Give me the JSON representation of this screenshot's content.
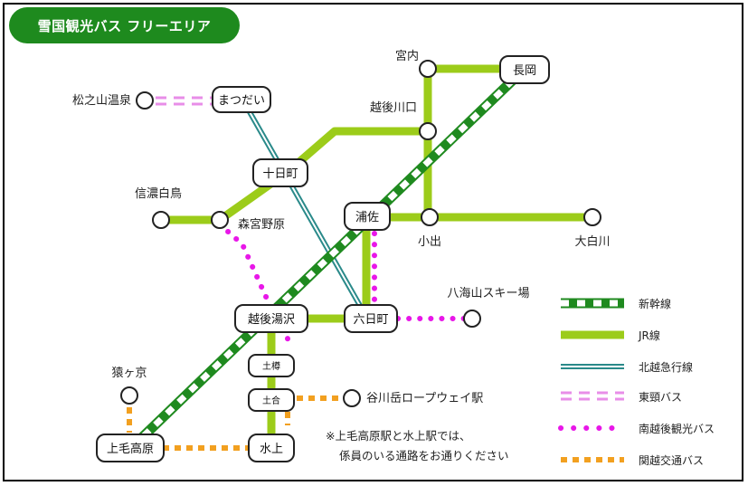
{
  "title": "雪国観光バス フリーエリア",
  "stations": {
    "miyauchi": "宮内",
    "nagaoka": "長岡",
    "matsunoyama": "松之山温泉",
    "matsudai": "まつだい",
    "echigokawaguchi": "越後川口",
    "tokamachi": "十日町",
    "shinanoshiratori": "信濃白鳥",
    "morimiyanohara": "森宮野原",
    "urasa": "浦佐",
    "oide": "小出",
    "oshirakawa": "大白川",
    "hakkaisan": "八海山スキー場",
    "echigoyuzawa": "越後湯沢",
    "muikamachi": "六日町",
    "doai_upper": "土樽",
    "doai": "土合",
    "tanigawa": "谷川岳ロープウェイ駅",
    "minakami": "水上",
    "tsumagoi": "猿ヶ京",
    "jomokogen": "上毛高原"
  },
  "legend": {
    "shinkansen": "新幹線",
    "jr": "JR線",
    "hokuetsu": "北越急行線",
    "tokubi": "東頸バス",
    "nanetsu": "南越後観光バス",
    "kanetsu": "関越交通バス"
  },
  "note": {
    "line1": "※上毛高原駅と水上駅では、",
    "line2": "係員のいる通路をお通りください"
  },
  "colors": {
    "title_bg": "#1e8a1e",
    "shinkansen": "#1f8a1f",
    "jr": "#9ccc1a",
    "hokuetsu": "#2a8a8a",
    "tokubi": "#e88ee8",
    "nanetsu": "#e817e8",
    "kanetsu": "#f2a020"
  }
}
